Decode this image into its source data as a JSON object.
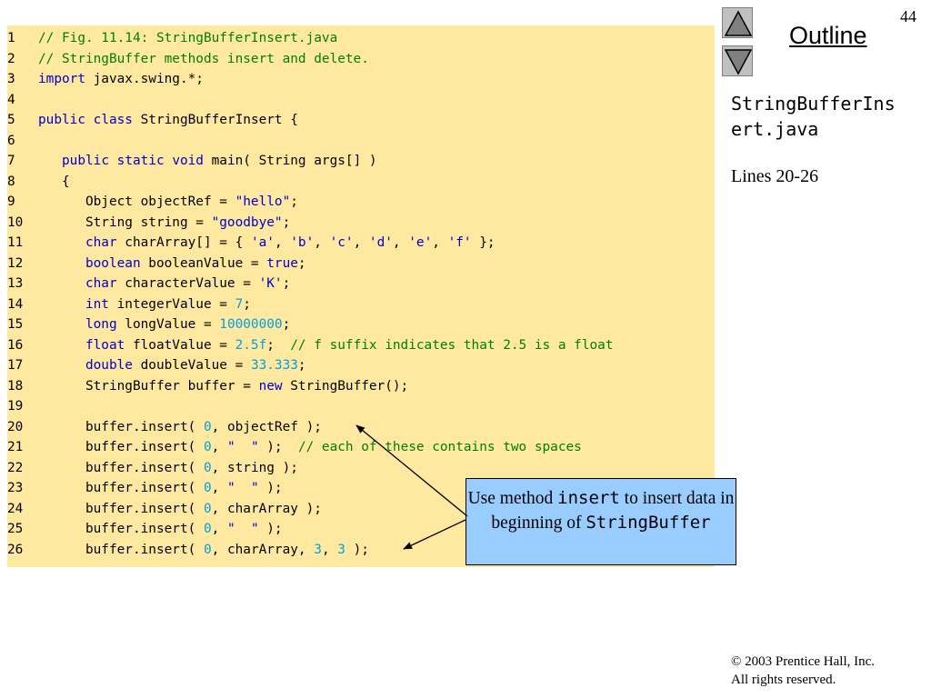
{
  "slide": {
    "page_number": "44",
    "outline_label": "Outline",
    "file_name": "StringBufferIns\nert.java",
    "lines_label": "Lines 20-26",
    "copyright_line1": "© 2003 Prentice Hall, Inc.",
    "copyright_line2": "All rights reserved."
  },
  "nav": {
    "up_icon": "triangle-up-icon",
    "down_icon": "triangle-down-icon"
  },
  "callout": {
    "text_before": "Use method ",
    "method": "insert",
    "text_middle": " to insert data in beginning of ",
    "class_name": "StringBuffer"
  },
  "colors": {
    "code_background": "#ffe8a0",
    "keyword": "#0000cc",
    "comment": "#008000",
    "string": "#0000cc",
    "number": "#00a0e0",
    "callout_background": "#99ccff",
    "nav_button": "#c0c0c0"
  },
  "code_lines": [
    {
      "n": "1",
      "tokens": [
        [
          "cm",
          "// Fig. 11.14: StringBufferInsert.java"
        ]
      ]
    },
    {
      "n": "2",
      "tokens": [
        [
          "cm",
          "// StringBuffer methods insert and delete."
        ]
      ]
    },
    {
      "n": "3",
      "tokens": [
        [
          "kw",
          "import"
        ],
        [
          "",
          " javax.swing.*;"
        ]
      ]
    },
    {
      "n": "4",
      "tokens": []
    },
    {
      "n": "5",
      "tokens": [
        [
          "kw",
          "public"
        ],
        [
          "",
          " "
        ],
        [
          "kw",
          "class"
        ],
        [
          "",
          " StringBufferInsert {"
        ]
      ]
    },
    {
      "n": "6",
      "tokens": []
    },
    {
      "n": "7",
      "tokens": [
        [
          "",
          "   "
        ],
        [
          "kw",
          "public"
        ],
        [
          "",
          " "
        ],
        [
          "kw",
          "static"
        ],
        [
          "",
          " "
        ],
        [
          "kw",
          "void"
        ],
        [
          "",
          " main( String args[] )"
        ]
      ]
    },
    {
      "n": "8",
      "tokens": [
        [
          "",
          "   {"
        ]
      ]
    },
    {
      "n": "9",
      "tokens": [
        [
          "",
          "      Object objectRef = "
        ],
        [
          "str",
          "\"hello\""
        ],
        [
          "",
          ";"
        ]
      ]
    },
    {
      "n": "10",
      "tokens": [
        [
          "",
          "      String string = "
        ],
        [
          "str",
          "\"goodbye\""
        ],
        [
          "",
          ";"
        ]
      ]
    },
    {
      "n": "11",
      "tokens": [
        [
          "",
          "      "
        ],
        [
          "kw",
          "char"
        ],
        [
          "",
          " charArray[] = { "
        ],
        [
          "str",
          "'a'"
        ],
        [
          "",
          ", "
        ],
        [
          "str",
          "'b'"
        ],
        [
          "",
          ", "
        ],
        [
          "str",
          "'c'"
        ],
        [
          "",
          ", "
        ],
        [
          "str",
          "'d'"
        ],
        [
          "",
          ", "
        ],
        [
          "str",
          "'e'"
        ],
        [
          "",
          ", "
        ],
        [
          "str",
          "'f'"
        ],
        [
          "",
          " };"
        ]
      ]
    },
    {
      "n": "12",
      "tokens": [
        [
          "",
          "      "
        ],
        [
          "kw",
          "boolean"
        ],
        [
          "",
          " booleanValue = "
        ],
        [
          "kw",
          "true"
        ],
        [
          "",
          ";"
        ]
      ]
    },
    {
      "n": "13",
      "tokens": [
        [
          "",
          "      "
        ],
        [
          "kw",
          "char"
        ],
        [
          "",
          " characterValue = "
        ],
        [
          "str",
          "'K'"
        ],
        [
          "",
          ";"
        ]
      ]
    },
    {
      "n": "14",
      "tokens": [
        [
          "",
          "      "
        ],
        [
          "kw",
          "int"
        ],
        [
          "",
          " integerValue = "
        ],
        [
          "num",
          "7"
        ],
        [
          "",
          ";"
        ]
      ]
    },
    {
      "n": "15",
      "tokens": [
        [
          "",
          "      "
        ],
        [
          "kw",
          "long"
        ],
        [
          "",
          " longValue = "
        ],
        [
          "num",
          "10000000"
        ],
        [
          "",
          ";"
        ]
      ]
    },
    {
      "n": "16",
      "tokens": [
        [
          "",
          "      "
        ],
        [
          "kw",
          "float"
        ],
        [
          "",
          " floatValue = "
        ],
        [
          "num",
          "2.5f"
        ],
        [
          "",
          ";  "
        ],
        [
          "cm",
          "// f suffix indicates that 2.5 is a float"
        ]
      ]
    },
    {
      "n": "17",
      "tokens": [
        [
          "",
          "      "
        ],
        [
          "kw",
          "double"
        ],
        [
          "",
          " doubleValue = "
        ],
        [
          "num",
          "33.333"
        ],
        [
          "",
          ";"
        ]
      ]
    },
    {
      "n": "18",
      "tokens": [
        [
          "",
          "      StringBuffer buffer = "
        ],
        [
          "kw",
          "new"
        ],
        [
          "",
          " StringBuffer();"
        ]
      ]
    },
    {
      "n": "19",
      "tokens": []
    },
    {
      "n": "20",
      "tokens": [
        [
          "",
          "      buffer.insert( "
        ],
        [
          "num",
          "0"
        ],
        [
          "",
          ", objectRef );"
        ]
      ]
    },
    {
      "n": "21",
      "tokens": [
        [
          "",
          "      buffer.insert( "
        ],
        [
          "num",
          "0"
        ],
        [
          "",
          ", "
        ],
        [
          "str",
          "\"  \""
        ],
        [
          "",
          " );  "
        ],
        [
          "cm",
          "// each of these contains two spaces"
        ]
      ]
    },
    {
      "n": "22",
      "tokens": [
        [
          "",
          "      buffer.insert( "
        ],
        [
          "num",
          "0"
        ],
        [
          "",
          ", string );"
        ]
      ]
    },
    {
      "n": "23",
      "tokens": [
        [
          "",
          "      buffer.insert( "
        ],
        [
          "num",
          "0"
        ],
        [
          "",
          ", "
        ],
        [
          "str",
          "\"  \""
        ],
        [
          "",
          " );"
        ]
      ]
    },
    {
      "n": "24",
      "tokens": [
        [
          "",
          "      buffer.insert( "
        ],
        [
          "num",
          "0"
        ],
        [
          "",
          ", charArray );"
        ]
      ]
    },
    {
      "n": "25",
      "tokens": [
        [
          "",
          "      buffer.insert( "
        ],
        [
          "num",
          "0"
        ],
        [
          "",
          ", "
        ],
        [
          "str",
          "\"  \""
        ],
        [
          "",
          " );"
        ]
      ]
    },
    {
      "n": "26",
      "tokens": [
        [
          "",
          "      buffer.insert( "
        ],
        [
          "num",
          "0"
        ],
        [
          "",
          ", charArray, "
        ],
        [
          "num",
          "3"
        ],
        [
          "",
          ", "
        ],
        [
          "num",
          "3"
        ],
        [
          "",
          " );"
        ]
      ]
    }
  ]
}
